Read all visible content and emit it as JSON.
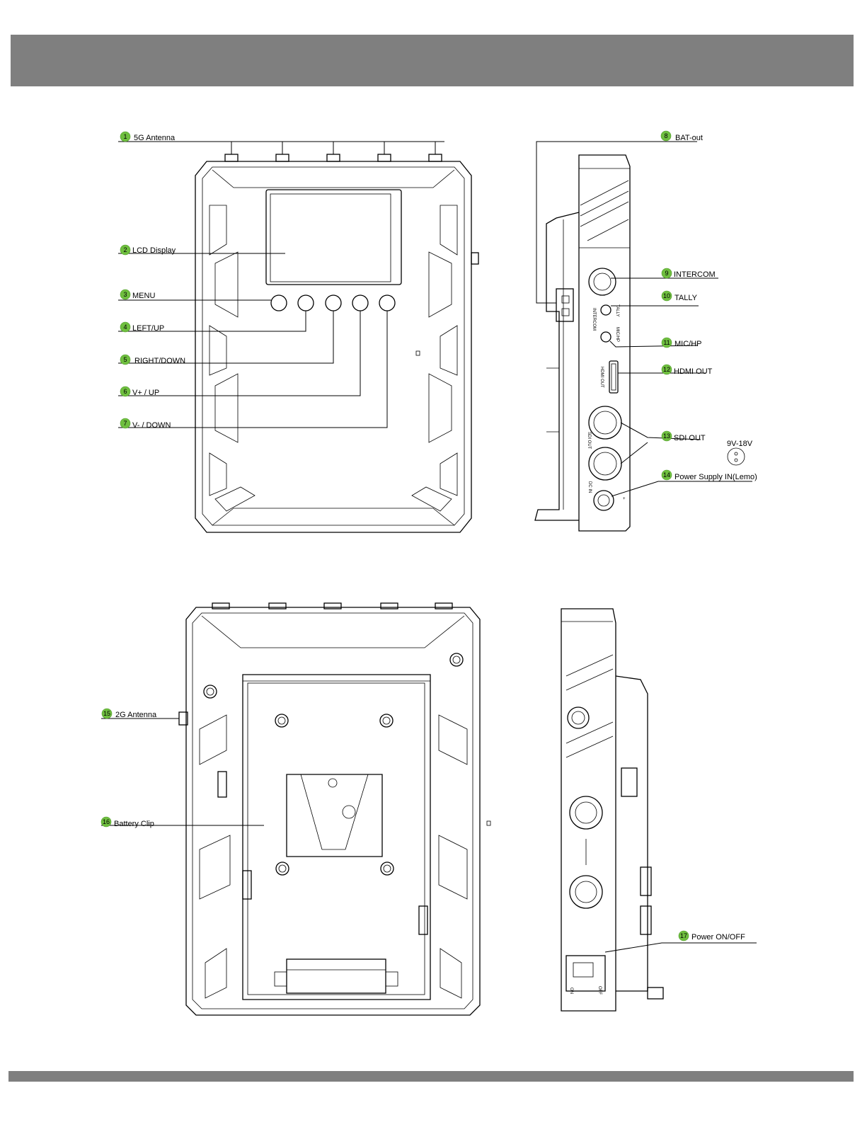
{
  "labels": {
    "c1": {
      "num": "1",
      "text": "5G Antenna"
    },
    "c2": {
      "num": "2",
      "text": "LCD Display"
    },
    "c3": {
      "num": "3",
      "text": "MENU"
    },
    "c4": {
      "num": "4",
      "text": "LEFT/UP"
    },
    "c5": {
      "num": "5",
      "text": "RIGHT/DOWN"
    },
    "c6": {
      "num": "6",
      "text": "V+ / UP"
    },
    "c7": {
      "num": "7",
      "text": "V- / DOWN"
    },
    "c8": {
      "num": "8",
      "text": "BAT-out"
    },
    "c9": {
      "num": "9",
      "text": "INTERCOM"
    },
    "c10": {
      "num": "10",
      "text": "TALLY"
    },
    "c11": {
      "num": "11",
      "text": "MIC/HP"
    },
    "c12": {
      "num": "12",
      "text": "HDMI OUT"
    },
    "c13": {
      "num": "13",
      "text": "SDI OUT"
    },
    "c14": {
      "num": "14",
      "text": "Power Supply IN(Lemo)"
    },
    "c15": {
      "num": "15",
      "text": "2G Antenna"
    },
    "c16": {
      "num": "16",
      "text": "Battery Clip"
    },
    "c17": {
      "num": "17",
      "text": "Power ON/OFF"
    }
  },
  "voltage_label": "9V-18V",
  "port_marks": {
    "intercom": "INTERCOM",
    "tally": "TALLY",
    "michp": "MIC/HP",
    "hdmi": "HDMI OUT",
    "sdi": "SDI OUT",
    "dcin": "DC IN",
    "on": "ON",
    "off": "OFF"
  },
  "colors": {
    "header_bar": "#7f7f7f",
    "badge": "#6fbf3f",
    "line": "#000000"
  }
}
